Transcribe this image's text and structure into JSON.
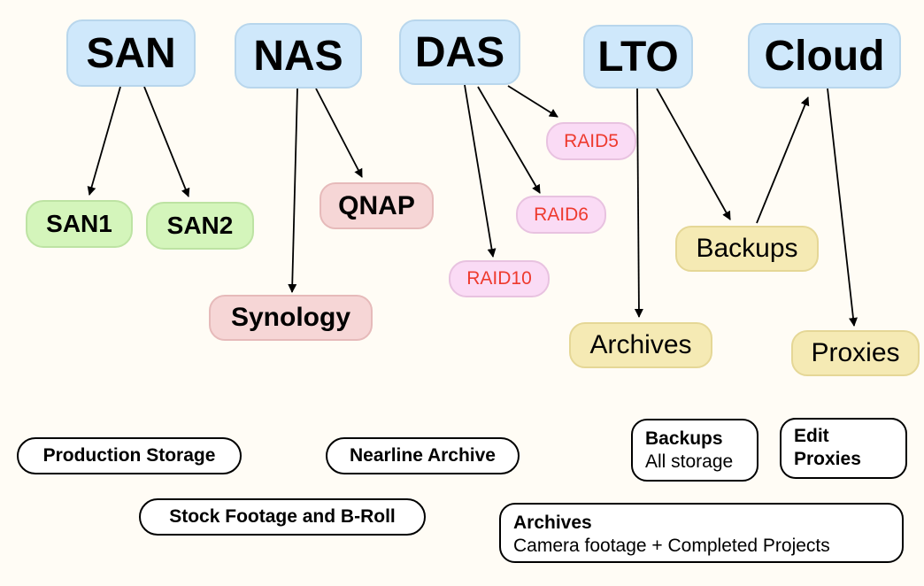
{
  "categories": {
    "san": "SAN",
    "nas": "NAS",
    "das": "DAS",
    "lto": "LTO",
    "cloud": "Cloud"
  },
  "nodes": {
    "san1": "SAN1",
    "san2": "SAN2",
    "qnap": "QNAP",
    "synology": "Synology",
    "raid5": "RAID5",
    "raid6": "RAID6",
    "raid10": "RAID10",
    "backups": "Backups",
    "archives": "Archives",
    "proxies": "Proxies"
  },
  "legend": {
    "production": "Production Storage",
    "nearline": "Nearline Archive",
    "stock": "Stock Footage and B-Roll",
    "backups_title": "Backups",
    "backups_desc": "All storage",
    "edit_title": "Edit",
    "edit_title2": "Proxies",
    "archives_title": "Archives",
    "archives_desc": "Camera footage + Completed Projects"
  },
  "colors": {
    "background": "#fffcf5",
    "category": "#cfe8fb",
    "san_children": "#d4f5bb",
    "nas_children": "#f6d6d6",
    "das_children": "#fadbf5",
    "das_text": "#ee3a2e",
    "lto_cloud_children": "#f5eab4"
  }
}
